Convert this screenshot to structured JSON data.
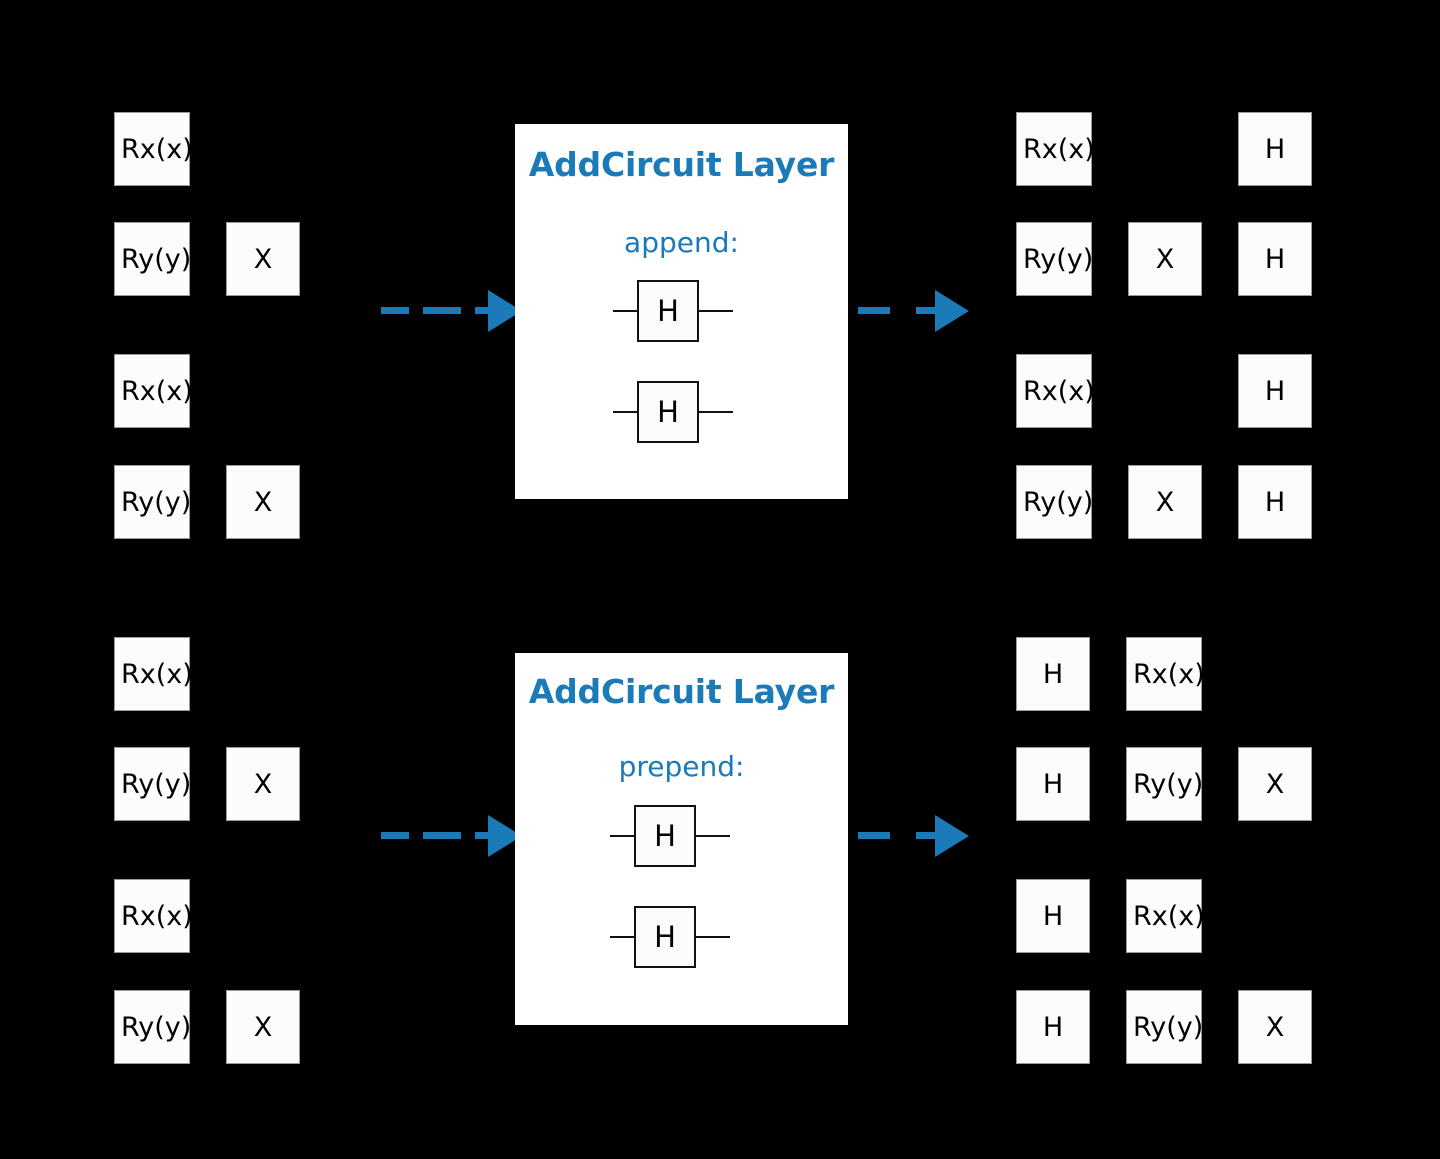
{
  "meta": {
    "background_color": "#000000",
    "accent_color": "#1b7ab8",
    "gate_fill": "#fcfcfc",
    "gate_text_color": "#000000",
    "panel_fill": "#ffffff"
  },
  "diagram": {
    "title": "AddCircuit Layer",
    "rows": [
      {
        "id": "append-row",
        "panel": {
          "title": "AddCircuit Layer",
          "mode_label": "append:",
          "mini_gates": [
            "H",
            "H"
          ]
        },
        "arrow_in": {
          "name": "arrow-append-in",
          "dashes": 3
        },
        "arrow_out": {
          "name": "arrow-append-out",
          "dashes": 2
        },
        "input_circuit": {
          "name": "input-circuit-append",
          "wires": [
            {
              "gates": [
                "Rx(x)"
              ]
            },
            {
              "gates": [
                "Ry(y)",
                "X"
              ]
            },
            {
              "gates": [
                "Rx(x)"
              ]
            },
            {
              "gates": [
                "Ry(y)",
                "X"
              ]
            }
          ]
        },
        "output_circuit": {
          "name": "output-circuit-append",
          "wires": [
            {
              "gates": [
                "Rx(x)",
                "",
                "H"
              ]
            },
            {
              "gates": [
                "Ry(y)",
                "X",
                "H"
              ]
            },
            {
              "gates": [
                "Rx(x)",
                "",
                "H"
              ]
            },
            {
              "gates": [
                "Ry(y)",
                "X",
                "H"
              ]
            }
          ]
        }
      },
      {
        "id": "prepend-row",
        "panel": {
          "title": "AddCircuit Layer",
          "mode_label": "prepend:",
          "mini_gates": [
            "H",
            "H"
          ]
        },
        "arrow_in": {
          "name": "arrow-prepend-in",
          "dashes": 3
        },
        "arrow_out": {
          "name": "arrow-prepend-out",
          "dashes": 2
        },
        "input_circuit": {
          "name": "input-circuit-prepend",
          "wires": [
            {
              "gates": [
                "Rx(x)"
              ]
            },
            {
              "gates": [
                "Ry(y)",
                "X"
              ]
            },
            {
              "gates": [
                "Rx(x)"
              ]
            },
            {
              "gates": [
                "Ry(y)",
                "X"
              ]
            }
          ]
        },
        "output_circuit": {
          "name": "output-circuit-prepend",
          "wires": [
            {
              "gates": [
                "H",
                "Rx(x)",
                ""
              ]
            },
            {
              "gates": [
                "H",
                "Ry(y)",
                "X"
              ]
            },
            {
              "gates": [
                "H",
                "Rx(x)",
                ""
              ]
            },
            {
              "gates": [
                "H",
                "Ry(y)",
                "X"
              ]
            }
          ]
        }
      }
    ]
  },
  "gates_top_left": {
    "r1c1": "Rx(x)",
    "r2c1": "Ry(y)",
    "r2c2": "X",
    "r3c1": "Rx(x)",
    "r4c1": "Ry(y)",
    "r4c2": "X"
  },
  "gates_top_right": {
    "r1c1": "Rx(x)",
    "r1c3": "H",
    "r2c1": "Ry(y)",
    "r2c2": "X",
    "r2c3": "H",
    "r3c1": "Rx(x)",
    "r3c3": "H",
    "r4c1": "Ry(y)",
    "r4c2": "X",
    "r4c3": "H"
  },
  "gates_bottom_left": {
    "r1c1": "Rx(x)",
    "r2c1": "Ry(y)",
    "r2c2": "X",
    "r3c1": "Rx(x)",
    "r4c1": "Ry(y)",
    "r4c2": "X"
  },
  "gates_bottom_right": {
    "r1c1": "H",
    "r1c2": "Rx(x)",
    "r2c1": "H",
    "r2c2": "Ry(y)",
    "r2c3": "X",
    "r3c1": "H",
    "r3c2": "Rx(x)",
    "r4c1": "H",
    "r4c2": "Ry(y)",
    "r4c3": "X"
  },
  "panel_top": {
    "title": "AddCircuit Layer",
    "mode": "append:",
    "gate1": "H",
    "gate2": "H"
  },
  "panel_bottom": {
    "title": "AddCircuit Layer",
    "mode": "prepend:",
    "gate1": "H",
    "gate2": "H"
  }
}
